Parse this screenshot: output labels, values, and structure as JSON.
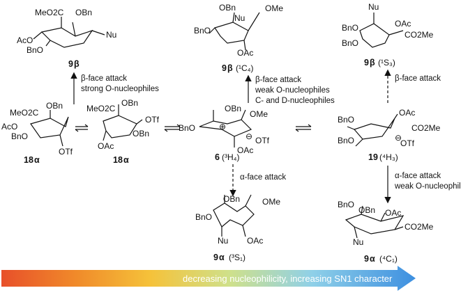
{
  "compounds": {
    "c9b_chair": {
      "substituents": [
        "MeO2C",
        "OBn",
        "AcO",
        "BnO",
        "Nu"
      ],
      "label_num": "9",
      "label_anomer": "β",
      "conf": ""
    },
    "c9b_1C4": {
      "substituents": [
        "OBn",
        "OMe",
        "Nu",
        "BnO",
        "OAc"
      ],
      "label_num": "9",
      "label_anomer": "β",
      "conf": "(¹C₄)"
    },
    "c9b_1S3": {
      "substituents": [
        "Nu",
        "OAc",
        "CO2Me",
        "BnO",
        "BnO"
      ],
      "label_num": "9",
      "label_anomer": "β",
      "conf": "(¹S₃)"
    },
    "c18a_left": {
      "substituents": [
        "MeO2C",
        "OBn",
        "AcO",
        "BnO",
        "OTf"
      ],
      "label_num": "18",
      "label_anomer": "α"
    },
    "c18a_right": {
      "substituents": [
        "MeO2C",
        "OBn",
        "OTf",
        "OBn",
        "OAc"
      ],
      "label_num": "18",
      "label_anomer": "α"
    },
    "c6": {
      "substituents": [
        "OBn",
        "OMe",
        "BnO",
        "OTf",
        "OAc"
      ],
      "label_num": "6",
      "conf": "(³H₄)"
    },
    "c19": {
      "substituents": [
        "BnO",
        "OAc",
        "CO2Me",
        "OTf",
        "BnO"
      ],
      "label_num": "19",
      "conf": "(⁴H₃)"
    },
    "c9a_3S1": {
      "substituents": [
        "OBn",
        "OMe",
        "BnO",
        "Nu",
        "OAc"
      ],
      "label_num": "9",
      "label_anomer": "α",
      "conf": "(³S₁)"
    },
    "c9a_4C1": {
      "substituents": [
        "BnO",
        "OBn",
        "OAc",
        "CO2Me",
        "Nu"
      ],
      "label_num": "9",
      "label_anomer": "α",
      "conf": "(⁴C₁)"
    }
  },
  "arrow_notes": {
    "left_up": [
      "β-face attack",
      "strong O-nucleophiles"
    ],
    "center_up": [
      "β-face attack",
      "weak O-nucleophiles",
      "C- and D-nucleophiles"
    ],
    "right_up": [
      "β-face attack"
    ],
    "center_down": [
      "α-face attack"
    ],
    "right_down": [
      "α-face attack",
      "weak O-nucleophiles"
    ]
  },
  "charges": {
    "oxocarbenium": "⊕",
    "triflate": "⊖"
  },
  "gradient_bar": {
    "text": "decreasing nucleophilicity, increasing SN1 character",
    "colors": [
      "#e8502a",
      "#f08a2a",
      "#f5c23a",
      "#cfe08a",
      "#8fd0e8",
      "#3d8fe0"
    ]
  }
}
